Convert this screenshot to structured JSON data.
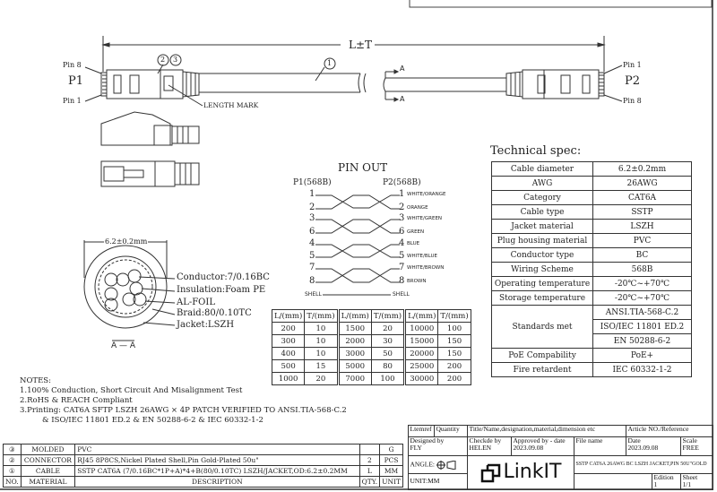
{
  "drawing": {
    "length_dim": "L±T",
    "p1": "P1",
    "p2": "P2",
    "pin8": "Pin 8",
    "pin1": "Pin 1",
    "p2_pin1": "Pin 1",
    "p2_pin8": "Pin 8",
    "balloon1": "1",
    "balloon2": "2",
    "balloon3": "3",
    "length_mark": "LENGTH MARK",
    "section_a": "A",
    "section_label": "A — A"
  },
  "cross_section": {
    "diameter": "6.2±0.2mm",
    "labels": [
      "Conductor:7/0.16BC",
      "Insulation:Foam PE",
      "AL-FOIL",
      "Braid:80/0.10TC",
      "Jacket:LSZH"
    ]
  },
  "pinout": {
    "title": "PIN OUT",
    "p1": "P1(568B)",
    "p2": "P2(568B)",
    "pins": [
      {
        "n": "1",
        "color": "WHITE/ORANGE"
      },
      {
        "n": "2",
        "color": "ORANGE"
      },
      {
        "n": "3",
        "color": "WHITE/GREEN"
      },
      {
        "n": "6",
        "color": "GREEN"
      },
      {
        "n": "4",
        "color": "BLUE"
      },
      {
        "n": "5",
        "color": "WHITE/BLUE"
      },
      {
        "n": "7",
        "color": "WHITE/BROWN"
      },
      {
        "n": "8",
        "color": "BROWN"
      }
    ],
    "shell": "SHELL"
  },
  "spec": {
    "title": "Technical spec:",
    "rows": [
      [
        "Cable diameter",
        "6.2±0.2mm"
      ],
      [
        "AWG",
        "26AWG"
      ],
      [
        "Category",
        "CAT6A"
      ],
      [
        "Cable type",
        "SSTP"
      ],
      [
        "Jacket material",
        "LSZH"
      ],
      [
        "Plug housing material",
        "PVC"
      ],
      [
        "Conductor type",
        "BC"
      ],
      [
        "Wiring Scheme",
        "568B"
      ],
      [
        "Operating temperature",
        "-20℃~+70℃"
      ],
      [
        "Storage temperature",
        "-20℃~+70℃"
      ]
    ],
    "standards_label": "Standards met",
    "standards": [
      "ANSI.TIA-568-C.2",
      "ISO/IEC 11801 ED.2",
      "EN 50288-6-2"
    ],
    "poe": [
      "PoE Compability",
      "PoE+"
    ],
    "fire": [
      "Fire retardent",
      "IEC 60332-1-2"
    ]
  },
  "length_table": {
    "headers": [
      "L/(mm)",
      "T/(mm)",
      "L/(mm)",
      "T/(mm)",
      "L/(mm)",
      "T/(mm)"
    ],
    "rows": [
      [
        "200",
        "10",
        "1500",
        "20",
        "10000",
        "100"
      ],
      [
        "300",
        "10",
        "2000",
        "30",
        "15000",
        "150"
      ],
      [
        "400",
        "10",
        "3000",
        "50",
        "20000",
        "150"
      ],
      [
        "500",
        "15",
        "5000",
        "80",
        "25000",
        "200"
      ],
      [
        "1000",
        "20",
        "7000",
        "100",
        "30000",
        "200"
      ]
    ]
  },
  "notes": {
    "title": "NOTES:",
    "items": [
      "1.100% Conduction, Short Circuit And Misalignment Test",
      "2.RoHS & REACH Compliant",
      "3.Printing: CAT6A SFTP LSZH 26AWG × 4P PATCH VERIFIED TO ANSI.TIA-568-C.2",
      "& ISO/IEC 11801 ED.2 & EN 50288-6-2 & IEC 60332-1-2"
    ]
  },
  "bom": {
    "rows": [
      [
        "③",
        "MOLDED",
        "PVC",
        "",
        "G"
      ],
      [
        "②",
        "CONNECTOR",
        "RJ45 8P8CS,Nickel Plated Shell,Pin Gold-Plated 50u\"",
        "2",
        "PCS"
      ],
      [
        "①",
        "CABLE",
        "SSTP CAT6A (7/0.16BC*1P+A)*4+B(80/0.10TC) LSZH/JACKET,OD:6.2±0.2MM",
        "L",
        "MM"
      ]
    ],
    "header": [
      "NO.",
      "MATERIAL",
      "DESCRIPTION",
      "QTY.",
      "UNIT"
    ]
  },
  "title_block": {
    "ltemref": "Ltemref",
    "quantity": "Quantity",
    "title": "Title/Name,designation,material,dimension etc",
    "article": "Article NO./Reference",
    "designed_by": "Designed by",
    "designer": "FLY",
    "checked_by": "Checkde by",
    "checker": "HELEN",
    "approved_by": "Approved by - date",
    "approved_date": "2023.09.08",
    "file_name": "File name",
    "date_label": "Date",
    "date": "2023.09.08",
    "scale_label": "Scale",
    "scale": "FREE",
    "angle": "ANGLE:",
    "logo": "LinkIT",
    "description": "SSTP CAT6A 26AWG BC LSZH JACKET,PIN 50U\"GOLD",
    "unit": "UNIT:MM",
    "edition_label": "Edition",
    "edition": "1",
    "sheet_label": "Sheet",
    "sheet": "1/1"
  }
}
